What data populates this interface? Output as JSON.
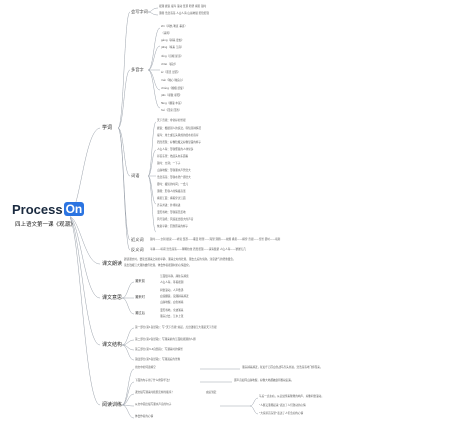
{
  "root": {
    "logo_main": "Process",
    "logo_accent": "On",
    "subtitle": "四上语文第一课《观潮》"
  },
  "branches": {
    "study": "学词",
    "read_text": "课文朗读",
    "text_meaning": "课文意思",
    "structure": "课文结构",
    "reading": "阅读训练"
  },
  "study": {
    "write_words": "会写字词",
    "write_row1": "观潮 据说 堤岸 滚动 笼罩 盼望 横贯 顿时",
    "write_row2": "沸腾 浩浩荡荡 人山人海 山崩地裂 若隐若现",
    "readings_label": "多音字",
    "readings": [
      "zhi（闷热 笔直 垂直）",
      "（清闲）",
      "gèng（越来 更加）",
      "jiāng（将来 江南）",
      "dǐng（顶端 屋顶）",
      "chāo（超过）",
      "ér（而且 然而）",
      "mèi（昧心 昧良心）",
      "cháng（嫦娥 凯旋）",
      "jiāo（骄傲 骄阳）",
      "fēng（翻滚 丰富）",
      "huí（回家 回答）"
    ],
    "vocab_label": "词语",
    "vocab": [
      "天下奇观：非常好的景观",
      "据说：根据别人的说法，得知某种情况",
      "堤岸：用土或石头筑成的挡水的高岸",
      "若隐若现：好像隐藏又好像显露的样子",
      "人山人海：形容聚集的人非常多",
      "昂首东望：抬起头向东面看",
      "顿时：立刻；一下子",
      "山崩地裂：形容潮水声势浩大",
      "浩浩荡荡：形容水势广阔壮大",
      "霎时：极短的时间；一会儿",
      "沸腾：形容人的情绪高涨",
      "横贯江面：横着穿过江面",
      "齐头并进：并排前进",
      "漫天卷地：形容铺天盖地",
      "风号浪吼：风浪发出很大的声音",
      "恢复平静：回到原来的样子"
    ],
    "synonyms_label": "近义词",
    "synonyms": "顿时——立刻  据说——听说  笼罩——覆盖  盼望——渴望  沸腾——欢腾  横贯——横穿  奇观——奇景  霎时——顷刻",
    "antonyms_label": "反义词",
    "antonyms": "平静——喧闹  浩浩荡荡——稀稀拉拉  若隐若现——清清楚楚  人山人海——寥寥无几"
  },
  "read_text": {
    "line1": "朗读课文时，要读出潮来之前的平静、潮来之时的壮观、潮去之后的余韵。注意语气的轻重缓急。",
    "line2": "读出钱塘江大潮的雄伟壮观，体会作者观潮时的心情变化。"
  },
  "text_meaning": {
    "nodes": [
      "潮来前",
      "潮来时",
      "潮过后"
    ],
    "items": [
      "江面很平静，越往东越宽",
      "人山人海，等着观潮",
      "闷雷滚动，人声鼎沸",
      "白浪翻滚，浪潮越来越近",
      "山崩地裂，白色城墙",
      "漫天卷地，余波涌来",
      "潮头过去，江水上涨"
    ]
  },
  "structure": {
    "part1": "第一部分(第1自然段)：写“天下奇观”总起，点出钱塘江大潮是天下奇观",
    "part2": "第二部分(第2自然段)：写潮来前的江面和观潮的人群",
    "part3": "第三部分(第3-4自然段)：写潮来时的情景",
    "part4": "第四部分(第5自然段)：写潮退后的景象"
  },
  "reading": {
    "q1": "用文中的词语填空",
    "q1_detail": "潮头越来越近，犹如千万匹白色战马齐头并进，浩浩荡荡地飞奔而来。",
    "q2": "下面的句子用了什么修辞手法？",
    "q2_detail": "那声音如同山崩地裂，好像大地都被震得颤动起来。",
    "q3": "课文描写潮来时按照怎样的顺序？",
    "q3_detail": "由远到近",
    "q4": "从文中画出描写潮水声音的句子",
    "q4_detail": "午后一点左右，从远处传来隆隆的响声，好像闷雷滚动。",
    "q5": "体会作者的心情",
    "q5_detail1": "“人群又沸腾起来”表达了人们激动的心情",
    "q5_detail2": "“大家昂首东望”表达了人们急切的心情"
  }
}
